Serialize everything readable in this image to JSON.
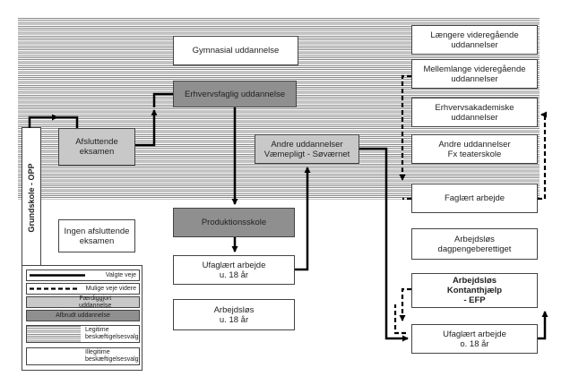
{
  "boxes": {
    "gymnasial": "Gymnasial uddannelse",
    "erhvervsfaglig": "Erhvervsfaglig uddannelse",
    "afsluttende": "Afsluttende\neksamen",
    "andre_vaernepligt": "Andre uddannelser\nVæmepligt - Søværnet",
    "produktionsskole": "Produktionsskole",
    "ufaglaert_u18": "Ufaglært arbejde\nu. 18 år",
    "arbejdslos_u18": "Arbejdsløs\nu. 18 år",
    "ingen_afsluttende": "Ingen afsluttende\neksamen",
    "laengere": "Længere videregående\nuddannelser",
    "mellemlange": "Mellemlange videregående\nuddannelser",
    "erhvervsakademiske": "Erhvervsakademiske\nuddannelser",
    "andre_teater": "Andre uddannelser\nFx teaterskole",
    "faglaert": "Faglært arbejde",
    "dagpenge": "Arbejdsløs\ndagpengeberettiget",
    "kontanthjaelp": "Arbejdsløs\nKontanthjælp\n- EFP",
    "ufaglaert_o18": "Ufaglært arbejde\no. 18 år",
    "grundskole": "Grundskole - OPP"
  },
  "legend": {
    "valgte": "Valgte veje",
    "mulige": "Mulige veje videre",
    "faerdig": "Færdiggjort uddannelse",
    "afbrudt": "Afbrudt uddannelse",
    "legitime": "Legitime\nbeskæftigelsesvalg",
    "illegitime": "Illegitime\nbeskæftigelsesvalg"
  },
  "colors": {
    "completed": "#c8c8c8",
    "interrupted": "#8f8f8f",
    "line": "#000000"
  }
}
